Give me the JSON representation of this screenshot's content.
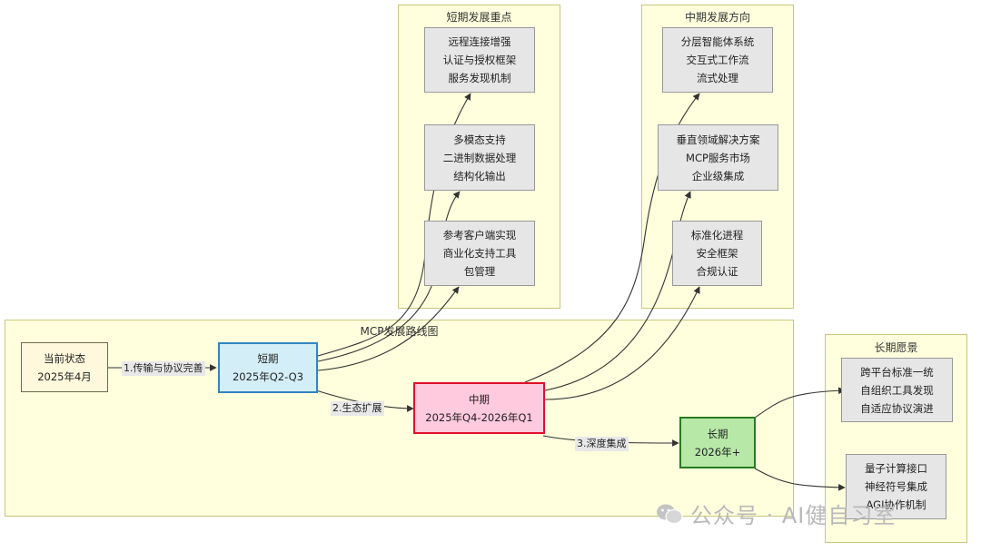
{
  "clusters": {
    "roadmap": "MCP发展路线图",
    "short_focus": "短期发展重点",
    "mid_direction": "中期发展方向",
    "long_vision": "长期愿景"
  },
  "nodes": {
    "current": [
      "当前状态",
      "2025年4月"
    ],
    "short": [
      "短期",
      "2025年Q2-Q3"
    ],
    "mid": [
      "中期",
      "2025年Q4-2026年Q1"
    ],
    "long": [
      "长期",
      "2026年+"
    ],
    "s1": [
      "远程连接增强",
      "认证与授权框架",
      "服务发现机制"
    ],
    "s2": [
      "多模态支持",
      "二进制数据处理",
      "结构化输出"
    ],
    "s3": [
      "参考客户端实现",
      "商业化支持工具",
      "包管理"
    ],
    "m1": [
      "分层智能体系统",
      "交互式工作流",
      "流式处理"
    ],
    "m2": [
      "垂直领域解决方案",
      "MCP服务市场",
      "企业级集成"
    ],
    "m3": [
      "标准化进程",
      "安全框架",
      "合规认证"
    ],
    "l1": [
      "跨平台标准一统",
      "自组织工具发现",
      "自适应协议演进"
    ],
    "l2": [
      "量子计算接口",
      "神经符号集成",
      "AGI协作机制"
    ]
  },
  "edge_labels": {
    "e1": "1.传输与协议完善",
    "e2": "2.生态扩展",
    "e3": "3.深度集成"
  },
  "watermark": "公众号 · AI健自习室",
  "colors": {
    "cluster_fill": "#ffffde",
    "current_fill": "#fff8dc",
    "short_fill": "#d3eef7",
    "short_border": "#2e86c1",
    "mid_fill": "#ffc9de",
    "mid_border": "#e0102a",
    "long_fill": "#b7e8a8",
    "long_border": "#2a7a1f"
  }
}
